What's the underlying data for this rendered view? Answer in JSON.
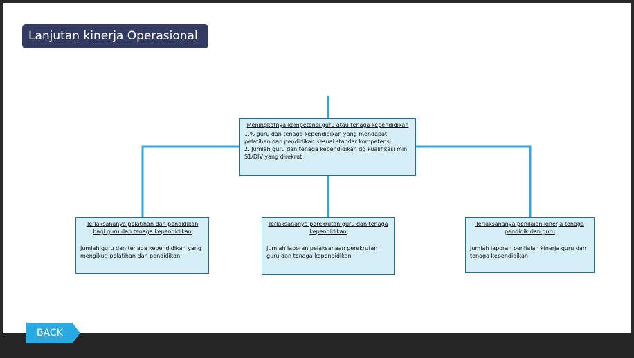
{
  "slide": {
    "title": "Lanjutan kinerja Operasional"
  },
  "diagram": {
    "root": {
      "title": "Meningkatnya kompetensi guru atau tenaga kependidikan",
      "body": "1.% guru dan tenaga kependidikan yang mendapat pelatihan dan pendidikan sesuai standar kompetensi\n2. Jumlah guru dan tenaga kependidikan dg kualifikasi min. S1/DIV yang direkrut"
    },
    "children": [
      {
        "title": "Terlaksananya pelatihan dan pendidikan bagi guru dan tenaga kependidikan",
        "body": "Jumlah guru dan tenaga kependidikan yang mengikuti pelatihan dan pendidikan"
      },
      {
        "title": "Terlaksananya perekrutan guru dan tenaga kependidikan",
        "body": "Jumlah laporan pelaksanaan perekrutan guru dan tenaga kependidikan"
      },
      {
        "title": "Terlaksananya penilaian kinerja tenaga pendidik dan guru",
        "body": "Jumlah laporan penilaian kinerja guru dan tenaga kependidikan"
      }
    ],
    "colors": {
      "connector": "#29a9e1",
      "node_fill": "#d6eef8",
      "node_border": "#1d6f96",
      "title_bar": "#333b63"
    }
  },
  "navigation": {
    "back_label": "BACK"
  }
}
